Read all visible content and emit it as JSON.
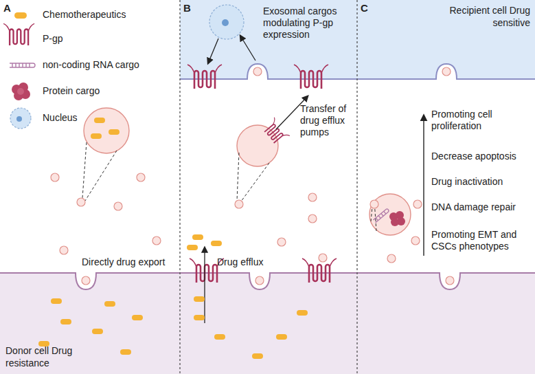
{
  "diagram": {
    "nodes": [
      {
        "text": [
          "Donor cell Drug resistance"
        ]
      },
      {
        "text": [
          "Recipient cell Drug sensitive"
        ]
      }
    ],
    "labels": [
      "A",
      "B",
      "C",
      "Exosomal cargos modulating P-gp expression",
      "Transfer of drug efflux pumps",
      "Promoting cell proliferation",
      "Decrease apoptosis",
      "Drug inactivation",
      "DNA damage repair",
      "Promoting EMT and CSCs phenotypes",
      "Directly drug export",
      "Drug efflux"
    ],
    "legend": [
      {
        "text": "Chemotherapeutics",
        "color": "#f5b335"
      },
      {
        "text": "P-gp"
      },
      {
        "text": "non-coding RNA cargo"
      },
      {
        "text": "Protein cargo"
      },
      {
        "text": "Nucleus"
      }
    ]
  }
}
